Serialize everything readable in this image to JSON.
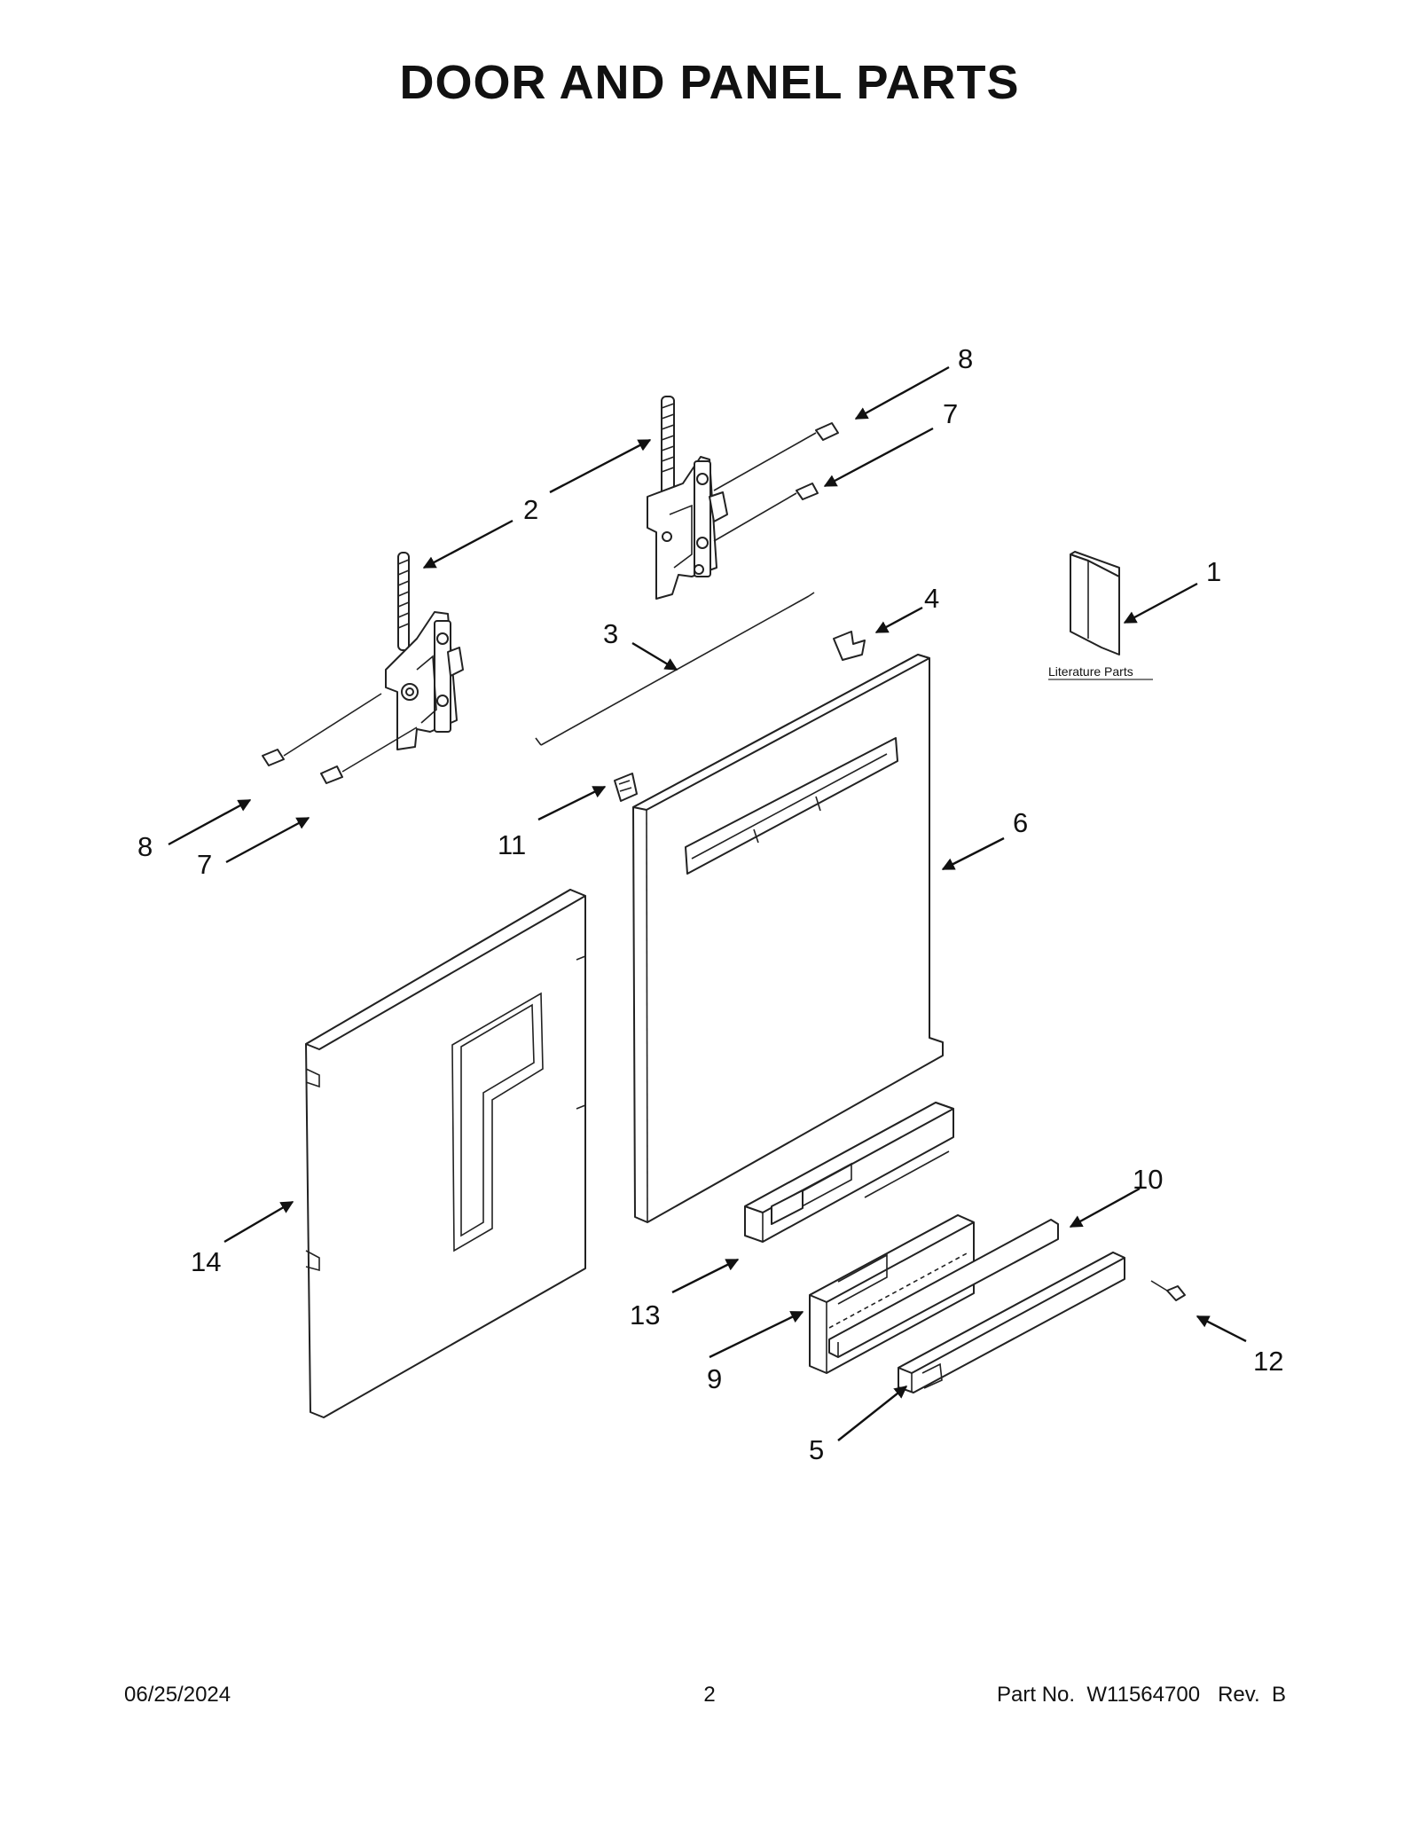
{
  "title": "DOOR AND PANEL PARTS",
  "callouts": [
    {
      "label": "1"
    },
    {
      "label": "2"
    },
    {
      "label": "3"
    },
    {
      "label": "4"
    },
    {
      "label": "5"
    },
    {
      "label": "6"
    },
    {
      "label": "7"
    },
    {
      "label": "7"
    },
    {
      "label": "8"
    },
    {
      "label": "8"
    },
    {
      "label": "9"
    },
    {
      "label": "10"
    },
    {
      "label": "11"
    },
    {
      "label": "12"
    },
    {
      "label": "13"
    },
    {
      "label": "14"
    }
  ],
  "literature_label": "Literature Parts",
  "footer": {
    "date": "06/25/2024",
    "page": "2",
    "part_prefix": "Part No.",
    "part_number": "W11564700",
    "rev_prefix": "Rev.",
    "rev": "B"
  }
}
